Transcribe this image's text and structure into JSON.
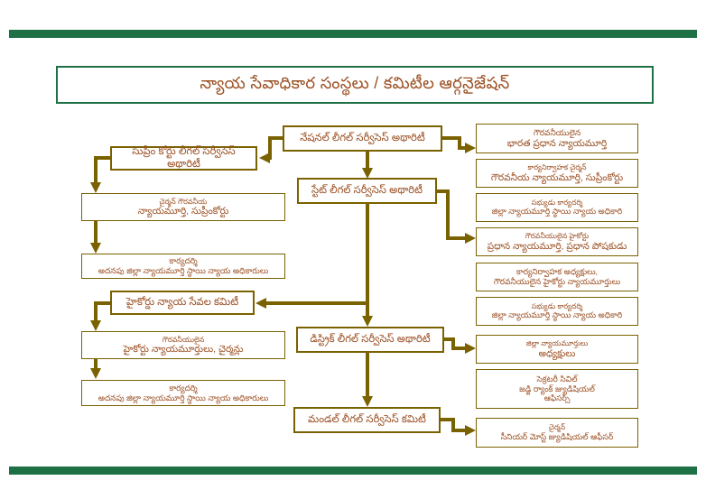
{
  "theme": {
    "accent_green": "#1E7145",
    "connector_brown": "#7A6200",
    "text_brown": "#9B4F22",
    "background": "#FFFFFF"
  },
  "title": "న్యాయ సేవాధికార సంస్థలు / కమిటీల ఆర్గనైజేషన్",
  "nodes": {
    "national": {
      "l1": "నేషనల్ లీగల్ సర్వీసెస్ అథారిటీ"
    },
    "supreme_court_authority": {
      "l1": "సుప్రీం కోర్టు లీగల్ సర్వీసెస్ అథారిటీ"
    },
    "state": {
      "l1": "స్టేట్ లీగల్ సర్వీసెస్ అథారిటీ"
    },
    "district": {
      "l1": "డిస్ట్రిక్ లీగల్ సర్వీసెస్ అథారిటీ"
    },
    "mandal": {
      "l1": "మండల్ లీగల్ సర్వీసెస్ కమిటీ"
    },
    "sc_chairman": {
      "l1": "చైర్మన్ గౌరవనీయ",
      "l2": "న్యాయమూర్తి, సుప్రీంకోర్టు"
    },
    "sc_secretary": {
      "l1": "కార్యదర్శి",
      "l2": "అదనపు జిల్లా న్యాయమూర్తి స్థాయి న్యాయ అధికారులు"
    },
    "hc_committee": {
      "l1": "హైకోర్డు న్యాయ సేవల కమిటీ"
    },
    "hc_judges": {
      "l1": "గౌరవనీయులైన",
      "l2": "హైకోర్టు న్యాయమూర్తులు, చైర్మన్లు"
    },
    "hc_secretary": {
      "l1": "కార్యదర్శి",
      "l2": "అదనపు జిల్లా న్యాయమూర్తి స్థాయి న్యాయ అధికారులు"
    },
    "cji": {
      "l1": "గౌరవనీయులైన",
      "l2": "భారత ప్రధాన న్యాయమూర్తి"
    },
    "exec_chairman": {
      "l1": "కార్యనిర్వాహక చైర్మన్",
      "l2": "గౌరవనీయ న్యాయమూర్తి, సుప్రీంకోర్టు"
    },
    "member_secretary_nalsa": {
      "l1": "సభ్యుడు కార్యదర్శి",
      "l2": "జిల్లా న్యాయమూర్తి స్థాయి న్యాయ అధికారి"
    },
    "hc_chief_patron": {
      "l1": "గౌరవనీయులైన హైకోర్టు",
      "l2": "ప్రధాన న్యాయమూర్తి, ప్రధాన పోషకుడు"
    },
    "exec_chairpersons": {
      "l1": "కార్యనిర్వాహక అధ్యక్షులు,",
      "l2": "గౌరవనీయులైన హైకోర్టు న్యాయమూర్తులు"
    },
    "member_secretary_slsa": {
      "l1": "సభ్యుడు కార్యదర్శి",
      "l2": "జిల్లా న్యాయమూర్తి స్థాయి న్యాయ అధికారి"
    },
    "district_judges": {
      "l1": "జిల్లా న్యాయమూర్తులు",
      "l2": "అధ్యక్షులు"
    },
    "secretary_civil": {
      "l1": "సెక్రటరీ సివిల్",
      "l2": "జడ్జి ర్యాంక్ జ్యుడిషియల్",
      "l3": "ఆఫిసర్స్"
    },
    "senior_judicial_officer": {
      "l1": "చైర్మన్",
      "l2": "సీనియర్ మోస్ట్ జ్యుడిషియల్ ఆఫీసర్"
    }
  }
}
